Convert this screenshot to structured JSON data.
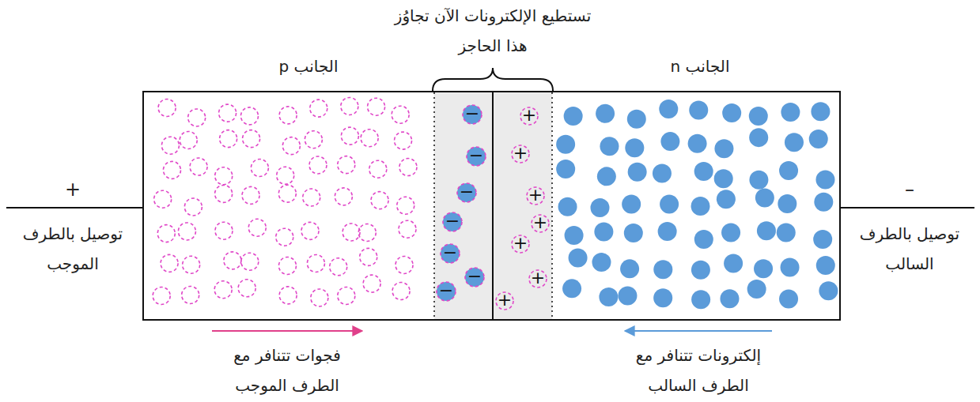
{
  "diagram": {
    "labels": [
      "تستطيع الإلكترونات الآن تجاوُز هذا الحاجز",
      "الجانب p",
      "الجانب n",
      "+",
      "توصيل بالطرف الموجب",
      "–",
      "توصيل بالطرف السالب",
      "فجوات تتنافر مع الطرف الموجب",
      "إلكترونات تتنافر مع الطرف السالب",
      "−",
      "−",
      "−",
      "−",
      "−",
      "−",
      "−",
      "+",
      "+",
      "+",
      "+",
      "+",
      "+",
      "+"
    ]
  }
}
